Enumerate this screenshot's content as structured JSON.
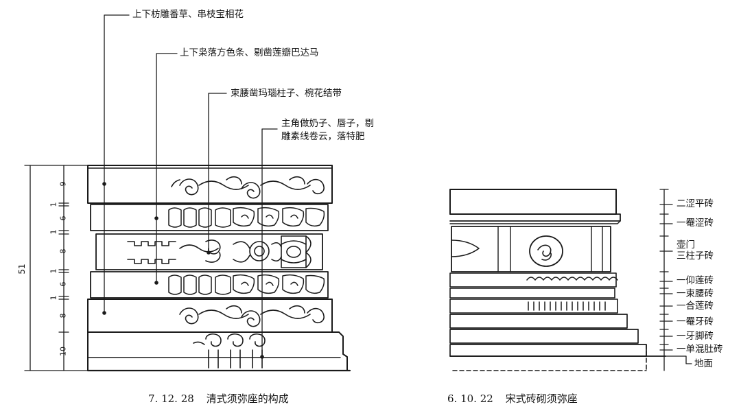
{
  "left_figure": {
    "labels": [
      "上下枋雕番草、串枝宝相花",
      "上下枭落方色条、剔凿莲瓣巴达马",
      "束腰凿玛瑙柱子、椀花结带",
      "主角做奶子、唇子，剔",
      "雕素线卷云，落特肥"
    ],
    "dimensions": [
      "9",
      "1",
      "6",
      "1",
      "8",
      "1",
      "6",
      "1",
      "8",
      "10"
    ],
    "total": "51",
    "caption_number": "7. 12. 28",
    "caption_title": "清式须弥座的构成"
  },
  "right_figure": {
    "labels": [
      "二涩平砖",
      "一罨涩砖",
      "壶门",
      "三柱子砖",
      "一仰莲砖",
      "一束腰砖",
      "一合莲砖",
      "一罨牙砖",
      "一牙脚砖",
      "一单混肚砖",
      "地面"
    ],
    "caption_number": "6. 10. 22",
    "caption_title": "宋式砖砌须弥座"
  }
}
